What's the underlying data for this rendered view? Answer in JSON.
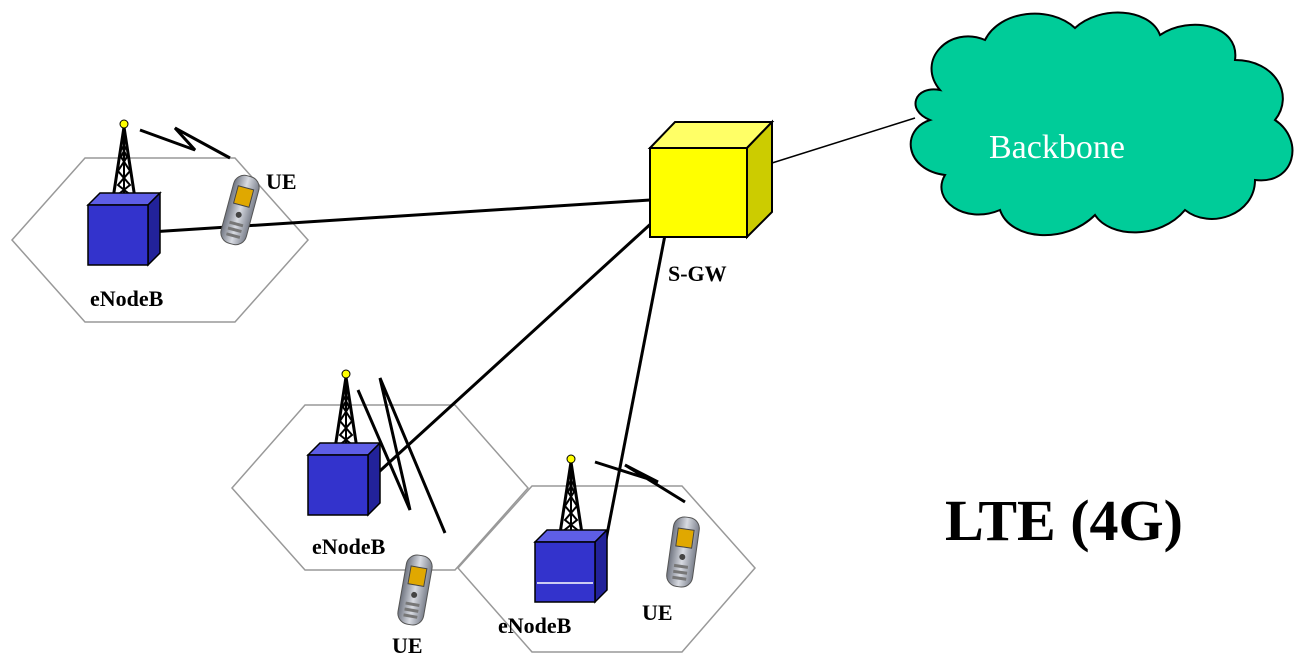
{
  "title": "LTE (4G)",
  "gateway": {
    "label": "S-GW",
    "color": "#ffff00"
  },
  "backbone": {
    "label": "Backbone",
    "color": "#00cc99"
  },
  "cells": [
    {
      "enodeb_label": "eNodeB",
      "ue_label": "UE"
    },
    {
      "enodeb_label": "eNodeB",
      "ue_label": "UE"
    },
    {
      "enodeb_label": "eNodeB",
      "ue_label": "UE"
    }
  ],
  "colors": {
    "enodeb": "#3333cc",
    "cell_outline": "#999999",
    "links": "#000000"
  }
}
